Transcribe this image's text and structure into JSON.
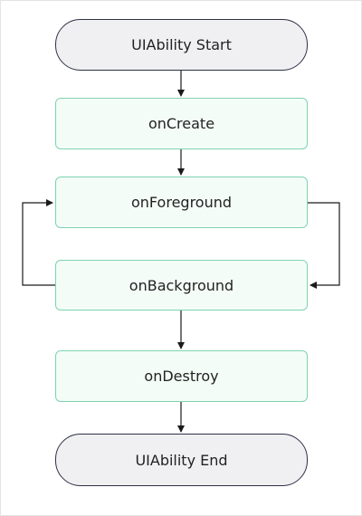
{
  "diagram": {
    "start_label": "UIAbility Start",
    "create_label": "onCreate",
    "foreground_label": "onForeground",
    "background_label": "onBackground",
    "destroy_label": "onDestroy",
    "end_label": "UIAbility End"
  },
  "colors": {
    "terminal_fill": "#f0f0f2",
    "terminal_border": "#2f3147",
    "state_fill": "#f4fcf8",
    "state_border": "#7fd3b1",
    "arrow": "#1a1a1a"
  }
}
